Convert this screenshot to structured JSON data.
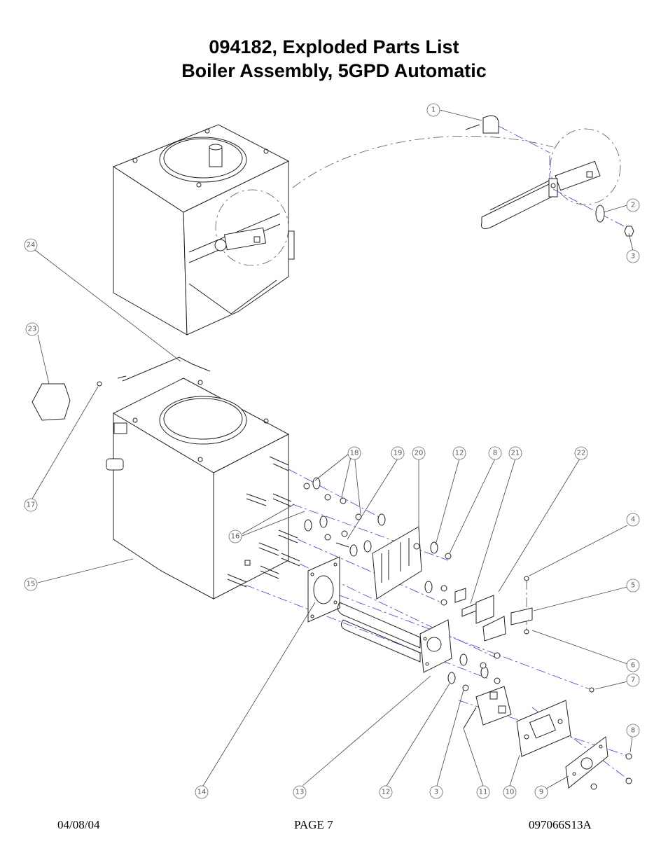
{
  "header": {
    "title_line1": "094182, Exploded Parts List",
    "title_line2": "Boiler Assembly, 5GPD Automatic"
  },
  "footer": {
    "date": "04/08/04",
    "page": "PAGE 7",
    "doc_number": "097066S13A"
  },
  "callouts": [
    "1",
    "2",
    "3",
    "24",
    "23",
    "17",
    "15",
    "16",
    "18",
    "19",
    "20",
    "12",
    "8",
    "21",
    "22",
    "4",
    "5",
    "6",
    "7",
    "14",
    "13",
    "12",
    "3",
    "11",
    "10",
    "9",
    "8"
  ]
}
